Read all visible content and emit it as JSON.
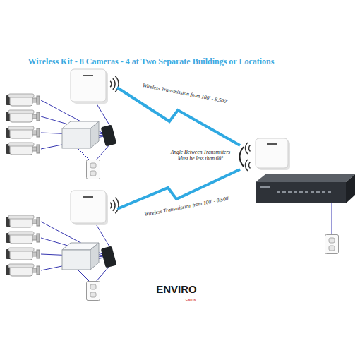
{
  "diagram": {
    "title": "Wireless Kit - 8 Cameras - 4 at Two Separate Buildings or Locations",
    "labels": [
      "Wireless Transmission from 100' - 8,500'",
      "Angle Between Transmitters Must be less than 60°",
      "Wireless Transmission from 100' - 8,500'",
      "ENVIRO",
      "cams"
    ]
  }
}
